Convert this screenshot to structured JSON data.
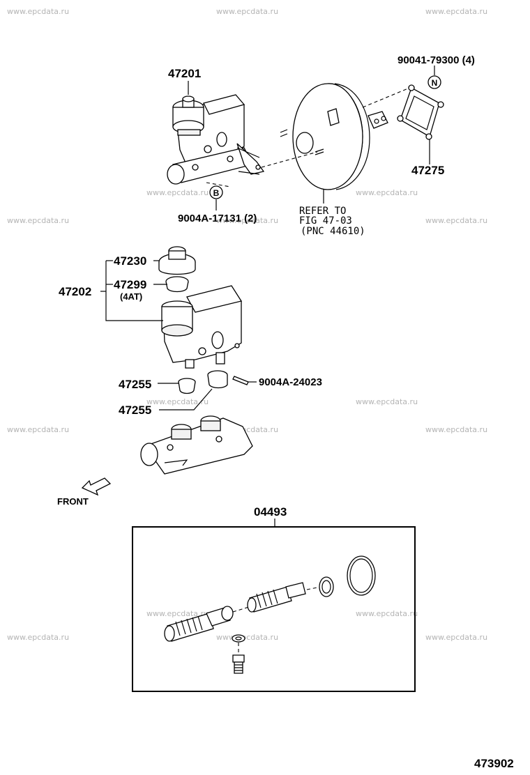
{
  "watermark": "www.epcdata.ru",
  "callouts": {
    "p47201": "47201",
    "p90041": "90041-79300 (4)",
    "p47275": "47275",
    "p9004a_17131": "9004A-17131 (2)",
    "refer_line1": "REFER TO",
    "refer_line2": "FIG 47-03",
    "refer_line3": "(PNC 44610)",
    "p47230": "47230",
    "p47202": "47202",
    "p47299": "47299",
    "p47299_note": "(4AT)",
    "p47255_a": "47255",
    "p47255_b": "47255",
    "p9004a_24023": "9004A-24023",
    "front": "FRONT",
    "p04493": "04493",
    "diagram_id": "473902"
  },
  "symbols": {
    "n_marker": "N",
    "b_marker": "B"
  },
  "icons": {
    "front_arrow": "front-arrow-icon"
  }
}
